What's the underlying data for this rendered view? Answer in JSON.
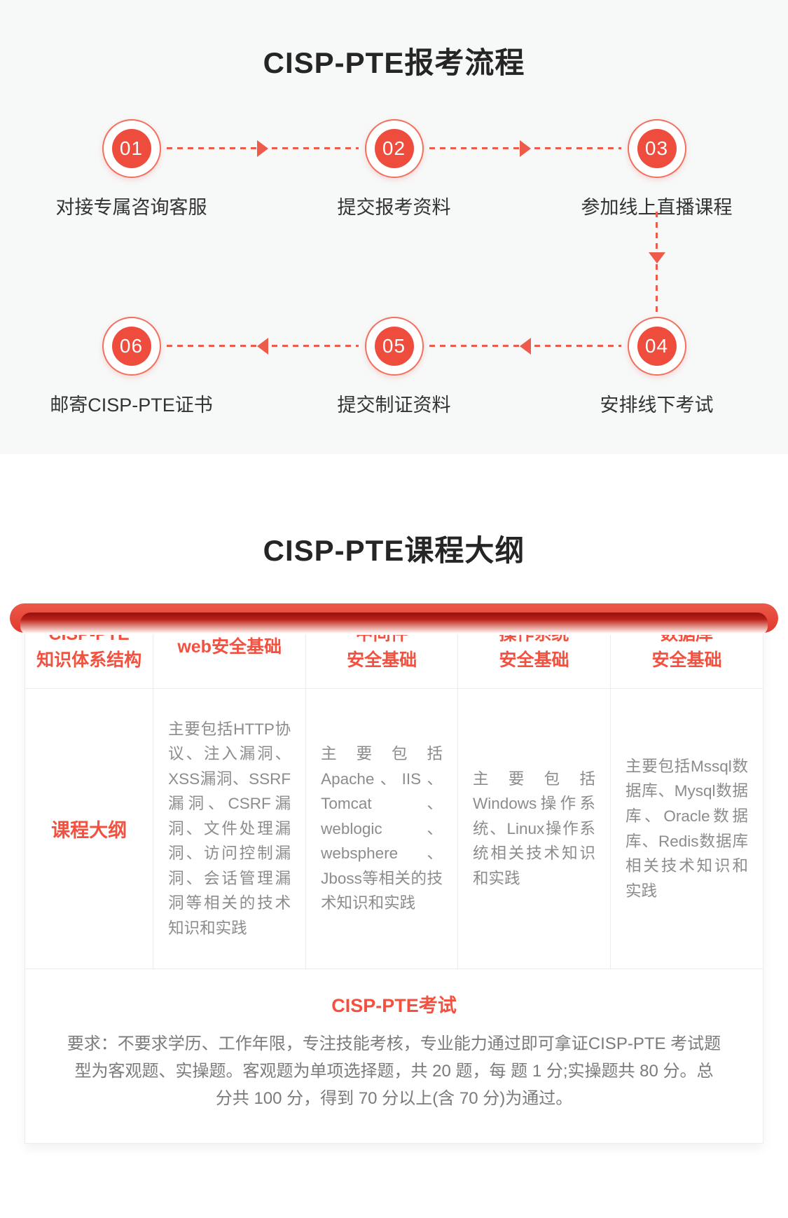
{
  "colors": {
    "accent": "#ee4c3d",
    "accent_light": "#f2705e",
    "dash_red": "#ef5b4b",
    "header_red": "#f25140",
    "banner_light_red": "#e84a3d",
    "banner_dark_red": "#a01310",
    "section_bg_gray": "#f7f8f8",
    "body_text_gray": "#8c8c8c",
    "label_text_dark": "#333333"
  },
  "flow": {
    "title": "CISP-PTE报考流程",
    "steps": [
      {
        "num": "01",
        "label": "对接专属咨询客服"
      },
      {
        "num": "02",
        "label": "提交报考资料"
      },
      {
        "num": "03",
        "label": "参加线上直播课程"
      },
      {
        "num": "04",
        "label": "安排线下考试"
      },
      {
        "num": "05",
        "label": "提交制证资料"
      },
      {
        "num": "06",
        "label": "邮寄CISP-PTE证书"
      }
    ]
  },
  "outline": {
    "title": "CISP-PTE课程大纲",
    "table": {
      "headers": [
        {
          "line1": "CISP-PTE",
          "line2": "知识体系结构"
        },
        {
          "line1": "web安全基础",
          "line2": ""
        },
        {
          "line1": "中间件",
          "line2": "安全基础"
        },
        {
          "line1": "操作系统",
          "line2": "安全基础"
        },
        {
          "line1": "数据库",
          "line2": "安全基础"
        }
      ],
      "row_label": "课程大纲",
      "cells": {
        "web": "主要包括HTTP协议、注入漏洞、XSS漏洞、SSRF漏洞、CSRF漏洞、文件处理漏洞、访问控制漏洞、会话管理漏洞等相关的技术知识和实践",
        "middleware": "主要包括Apache、IIS、Tomcat、weblogic、websphere、Jboss等相关的技术知识和实践",
        "os": "主要包括Windows操作系统、Linux操作系统相关技术知识和实践",
        "database": "主要包括Mssql数据库、Mysql数据库、Oracle数据库、Redis数据库相关技术知识和实践"
      }
    },
    "exam": {
      "title": "CISP-PTE考试",
      "text": "要求：不要求学历、工作年限，专注技能考核，专业能力通过即可拿证CISP-PTE 考试题型为客观题、实操题。客观题为单项选择题，共 20 题，每 题 1 分;实操题共 80 分。总分共 100 分，得到 70 分以上(含 70 分)为通过。"
    }
  }
}
